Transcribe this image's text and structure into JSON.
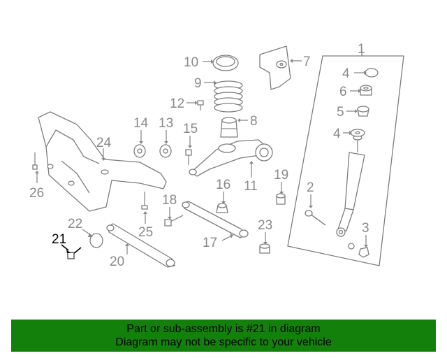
{
  "labels": {
    "p1": "1",
    "p2": "2",
    "p3": "3",
    "p4a": "4",
    "p4b": "4",
    "p5": "5",
    "p6": "6",
    "p7": "7",
    "p8": "8",
    "p9": "9",
    "p10": "10",
    "p11": "11",
    "p12": "12",
    "p13": "13",
    "p14": "14",
    "p15": "15",
    "p16": "16",
    "p17": "17",
    "p18": "18",
    "p19": "19",
    "p20": "20",
    "p21": "21",
    "p22": "22",
    "p23": "23",
    "p24": "24",
    "p25": "25",
    "p26": "26"
  },
  "highlighted_part": "21",
  "footer": {
    "line1": "Part or sub-assembly is #21 in diagram",
    "line2": "Diagram may not be specific to your vehicle"
  },
  "colors": {
    "banner": "#14800c",
    "part_lines": "#7d7d7d",
    "highlight": "#000000"
  }
}
